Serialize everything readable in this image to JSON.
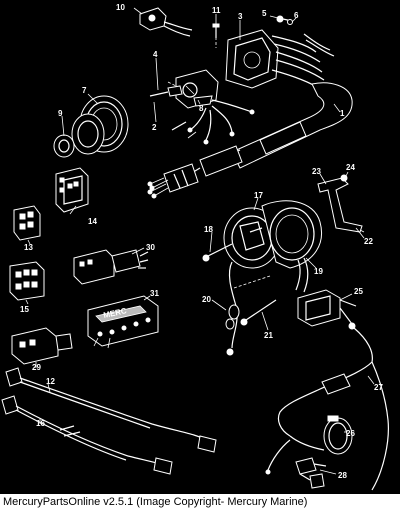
{
  "caption": "MercuryPartsOnline v2.5.1 (Image Copyright- Mercury Marine)",
  "callouts": [
    "1",
    "2",
    "3",
    "4",
    "5",
    "6",
    "7",
    "8",
    "9",
    "10",
    "11",
    "12",
    "13",
    "14",
    "15",
    "16",
    "17",
    "18",
    "19",
    "20",
    "21",
    "22",
    "23",
    "24",
    "25",
    "26",
    "27",
    "28",
    "29",
    "30",
    "31"
  ],
  "colors": {
    "background": "#000000",
    "lines": "#ffffff",
    "caption_bg": "#ffffff"
  }
}
